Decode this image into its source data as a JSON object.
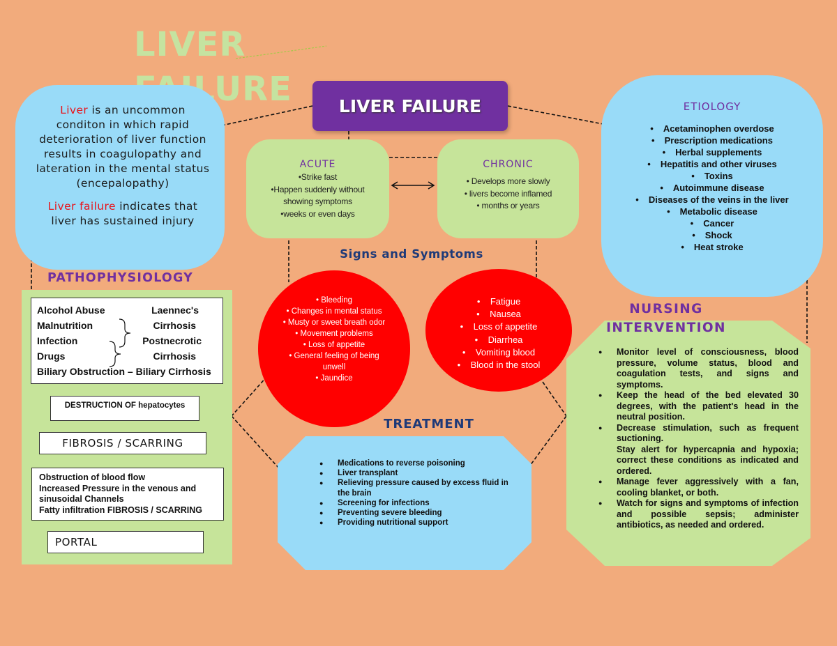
{
  "title": "LIVER FAILURE",
  "title_box": "LIVER FAILURE",
  "definition": {
    "p1_highlight": "Liver",
    "p1_rest": " is an uncommon conditon in which rapid deterioration of liver function results in coagulopathy and lateration in the mental status (encepalopathy)",
    "p2_highlight": "Liver failure",
    "p2_rest": " indicates that liver has sustained injury"
  },
  "etiology": {
    "heading": "ETIOLOGY",
    "items": [
      "Acetaminophen overdose",
      "Prescription medications",
      "Herbal supplements",
      "Hepatitis and other viruses",
      "Toxins",
      "Autoimmune disease",
      "Diseases of the veins in the liver",
      "Metabolic disease",
      "Cancer",
      "Shock",
      "Heat stroke"
    ]
  },
  "acute": {
    "heading": "ACUTE",
    "lines": [
      "•Strike fast",
      "•Happen suddenly without",
      "showing symptoms",
      "•weeks or even days"
    ]
  },
  "chronic": {
    "heading": "CHRONIC",
    "items": [
      "Develops more slowly",
      "livers become inflamed",
      "months or years"
    ]
  },
  "signs_heading": "Signs and Symptoms",
  "signs_left": [
    "• Bleeding",
    "• Changes in mental status",
    "• Musty or sweet breath odor",
    "• Movement problems",
    "• Loss of appetite",
    "• General feeling of being",
    "unwell",
    "• Jaundice"
  ],
  "signs_right": [
    "Fatigue",
    "Nausea",
    "Loss of appetite",
    "Diarrhea",
    "Vomiting blood",
    "Blood in the stool"
  ],
  "pathophysiology": {
    "heading": "PATHOPHYSIOLOGY",
    "causes": [
      [
        "Alcohol Abuse",
        "Laennec's"
      ],
      [
        "Malnutrition",
        "Cirrhosis"
      ],
      [
        "Infection",
        "Postnecrotic"
      ],
      [
        "Drugs",
        "Cirrhosis"
      ],
      [
        "Biliary Obstruction – Biliary Cirrhosis",
        ""
      ]
    ],
    "step1": "DESTRUCTION OF hepatocytes",
    "step2": "FIBROSIS / SCARRING",
    "step3_lines": [
      "Obstruction of blood flow",
      "Increased Pressure in the venous and sinusoidal Channels",
      "Fatty infiltration FIBROSIS / SCARRING"
    ],
    "step4": "PORTAL"
  },
  "treatment": {
    "heading": "TREATMENT",
    "items": [
      "Medications to reverse poisoning",
      "Liver transplant",
      "Relieving pressure caused by excess fluid in the brain",
      "Screening for infections",
      "Preventing severe bleeding",
      "Providing nutritional support"
    ]
  },
  "nursing": {
    "heading": "NURSING INTERVENTION",
    "items": [
      "Monitor level of consciousness, blood pressure, volume status, blood and coagulation tests, and signs and symptoms.",
      "Keep the head of the bed elevated 30 degrees, with the patient's head in the neutral position.",
      "Decrease stimulation, such as frequent suctioning.",
      "Stay alert for hypercapnia and hypoxia; correct these conditions as indicated and ordered.",
      "Manage fever aggressively with a fan, cooling blanket, or both.",
      "Watch for signs and symptoms of infection and possible sepsis; administer antibiotics, as needed and ordered."
    ]
  },
  "colors": {
    "background": "#f2ab7c",
    "purple": "#7030a0",
    "light_blue": "#99dbf8",
    "light_green": "#c6e49a",
    "red": "#ff0000"
  }
}
